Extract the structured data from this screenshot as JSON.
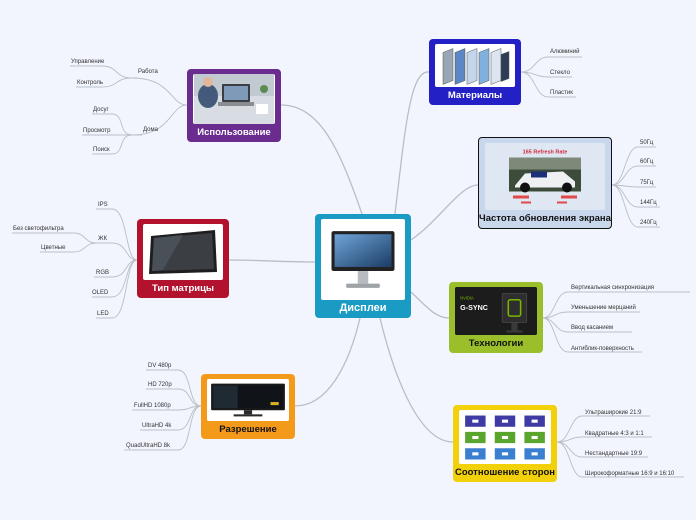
{
  "colors": {
    "center": "#1a9bc4",
    "usage": "#6a2c8f",
    "materials": "#2320c6",
    "refresh": "#c8d7ec",
    "matrix": "#b3122e",
    "technology": "#9abf2a",
    "resolution": "#f39a1a",
    "aspect": "#f2d00a",
    "line": "#b9bec6"
  },
  "center": {
    "title": "Дисплеи",
    "icon": "monitor-icon"
  },
  "usage": {
    "title": "Использование",
    "icon": "laptop-photo-icon",
    "groups": [
      {
        "label": "Работа",
        "items": [
          "Управление",
          "Контроль"
        ]
      },
      {
        "label": "Дома",
        "items": [
          "Досуг",
          "Просмотр",
          "Поиск"
        ]
      }
    ]
  },
  "materials": {
    "title": "Материалы",
    "icon": "panel-layers-icon",
    "items": [
      "Алюминий",
      "Стекло",
      "Пластик"
    ]
  },
  "refresh": {
    "title": "Частота обновления экрана",
    "icon": "race-car-icon",
    "image_caption": "165 Refresh Rate",
    "items": [
      "50Гц",
      "60Гц",
      "75Гц",
      "144Гц",
      "240Гц"
    ]
  },
  "matrix": {
    "title": "Тип матрицы",
    "icon": "lcd-panel-icon",
    "items": [
      "IPS",
      "ЖК",
      "RGB",
      "OLED",
      "LED"
    ],
    "sub_items": [
      "Без светофильтра",
      "Цветные"
    ]
  },
  "technology": {
    "title": "Технологии",
    "icon": "gsync-monitor-icon",
    "image_caption": "G-SYNC",
    "items": [
      "Вертикальная синхронизация",
      "Уменьшение мерцаний",
      "Ввод касанием",
      "Антиблик-поверхность"
    ]
  },
  "resolution": {
    "title": "Разрешение",
    "icon": "wide-monitor-icon",
    "items": [
      "DV 480p",
      "HD 720p",
      "FullHD 1080p",
      "UltraHD 4k",
      "QuadUltraHD 8k"
    ]
  },
  "aspect": {
    "title": "Соотношение сторон",
    "icon": "aspect-grid-icon",
    "items": [
      "Ультраширокие 21:9",
      "Квадратные 4:3 и 1:1",
      "Нестандартные 19:9",
      "Широкоформатные 16:9 и 16:10"
    ]
  }
}
